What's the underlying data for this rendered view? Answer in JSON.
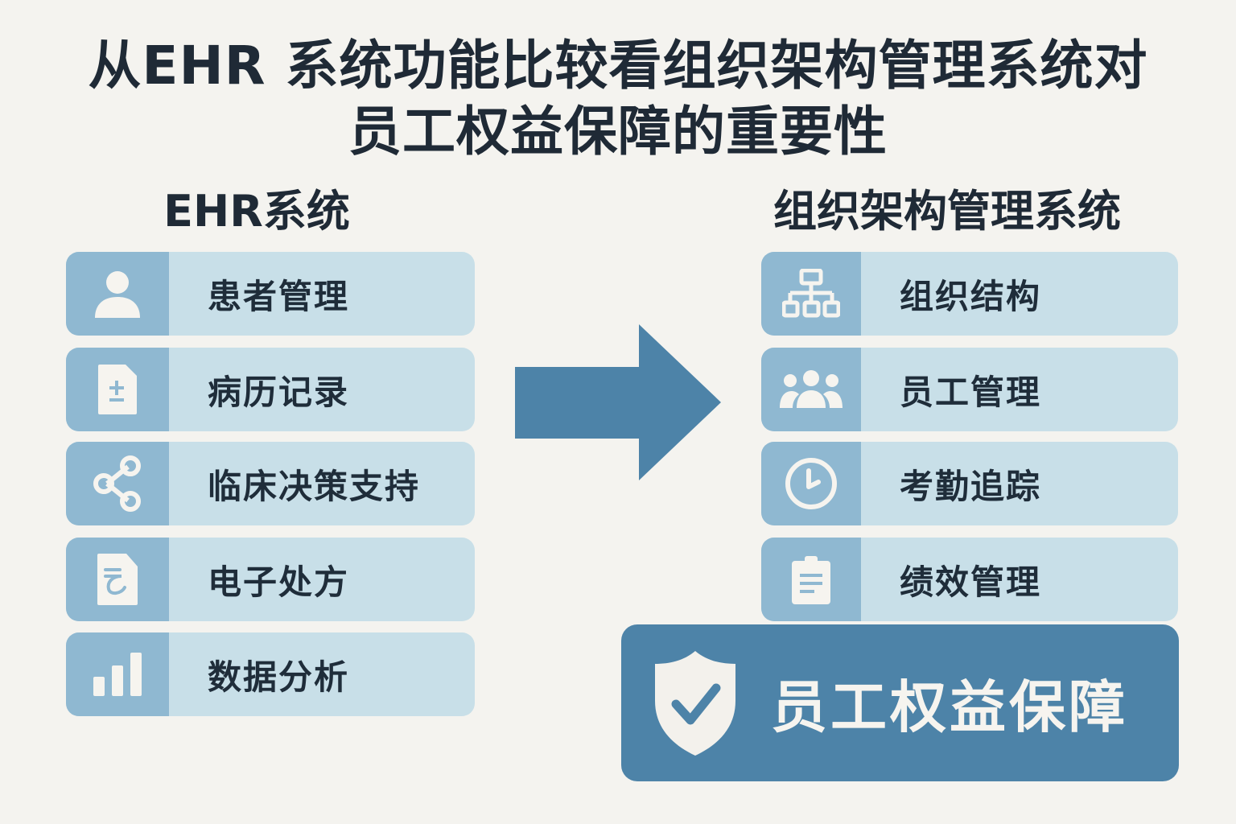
{
  "title": {
    "line1": "从EHR 系统功能比较看组织架构管理系统对",
    "line2": "员工权益保障的重要性"
  },
  "left": {
    "heading": "EHR系统",
    "items": [
      {
        "label": "患者管理",
        "icon": "user-icon"
      },
      {
        "label": "病历记录",
        "icon": "medical-record-icon"
      },
      {
        "label": "临床决策支持",
        "icon": "share-nodes-icon"
      },
      {
        "label": "电子处方",
        "icon": "prescription-icon"
      },
      {
        "label": "数据分析",
        "icon": "bar-chart-icon"
      }
    ]
  },
  "right": {
    "heading": "组织架构管理系统",
    "items": [
      {
        "label": "组织结构",
        "icon": "org-chart-icon"
      },
      {
        "label": "员工管理",
        "icon": "users-group-icon"
      },
      {
        "label": "考勤追踪",
        "icon": "clock-icon"
      },
      {
        "label": "绩效管理",
        "icon": "clipboard-icon"
      }
    ]
  },
  "banner": {
    "label": "员工权益保障",
    "icon": "shield-check-icon"
  },
  "colors": {
    "background": "#f4f3ef",
    "card": "#c8dfe8",
    "icon_panel": "#8fb8d1",
    "accent": "#4d83a8",
    "text": "#1f2a36"
  }
}
